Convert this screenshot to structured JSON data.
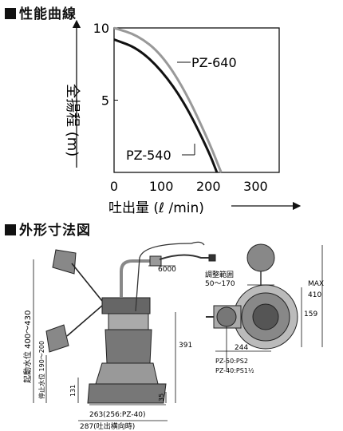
{
  "performance": {
    "heading": "性能曲線",
    "ylabel": "全揚程 (m)",
    "xlabel": "吐出量 (ℓ /min)"
  },
  "chart_data": {
    "type": "line",
    "title": "",
    "xlabel": "吐出量 (ℓ /min)",
    "ylabel": "全揚程 (m)",
    "xlim": [
      0,
      350
    ],
    "ylim": [
      0,
      10
    ],
    "x_ticks": [
      "0",
      "100",
      "200",
      "300"
    ],
    "y_ticks": [
      "5",
      "10"
    ],
    "grid": false,
    "series": [
      {
        "name": "PZ-640",
        "color": "#999999",
        "x": [
          0,
          50,
          100,
          150,
          200,
          227
        ],
        "y": [
          10.0,
          9.5,
          8.2,
          5.7,
          2.2,
          0
        ]
      },
      {
        "name": "PZ-540",
        "color": "#111111",
        "x": [
          0,
          50,
          100,
          150,
          200,
          218
        ],
        "y": [
          9.2,
          8.6,
          7.1,
          4.8,
          1.5,
          0
        ]
      }
    ]
  },
  "dimensions": {
    "heading": "外形寸法図",
    "cord_length": "6000",
    "water_level": "起動水位 400～430",
    "stop_level": "停止水位 190～200",
    "dim_131": "131",
    "dim_391": "391",
    "dim_35": "35",
    "dim_width_a": "263(256:PZ-40)",
    "dim_width_b": "287(吐出横向時)",
    "adjust_label": "調整範囲",
    "adjust_range": "50～170",
    "max_label": "MAX",
    "dim_410": "410",
    "dim_159": "159",
    "dim_244": "244",
    "pipe_a": "PZ-50:PS2",
    "pipe_b": "PZ-40:PS1½"
  }
}
